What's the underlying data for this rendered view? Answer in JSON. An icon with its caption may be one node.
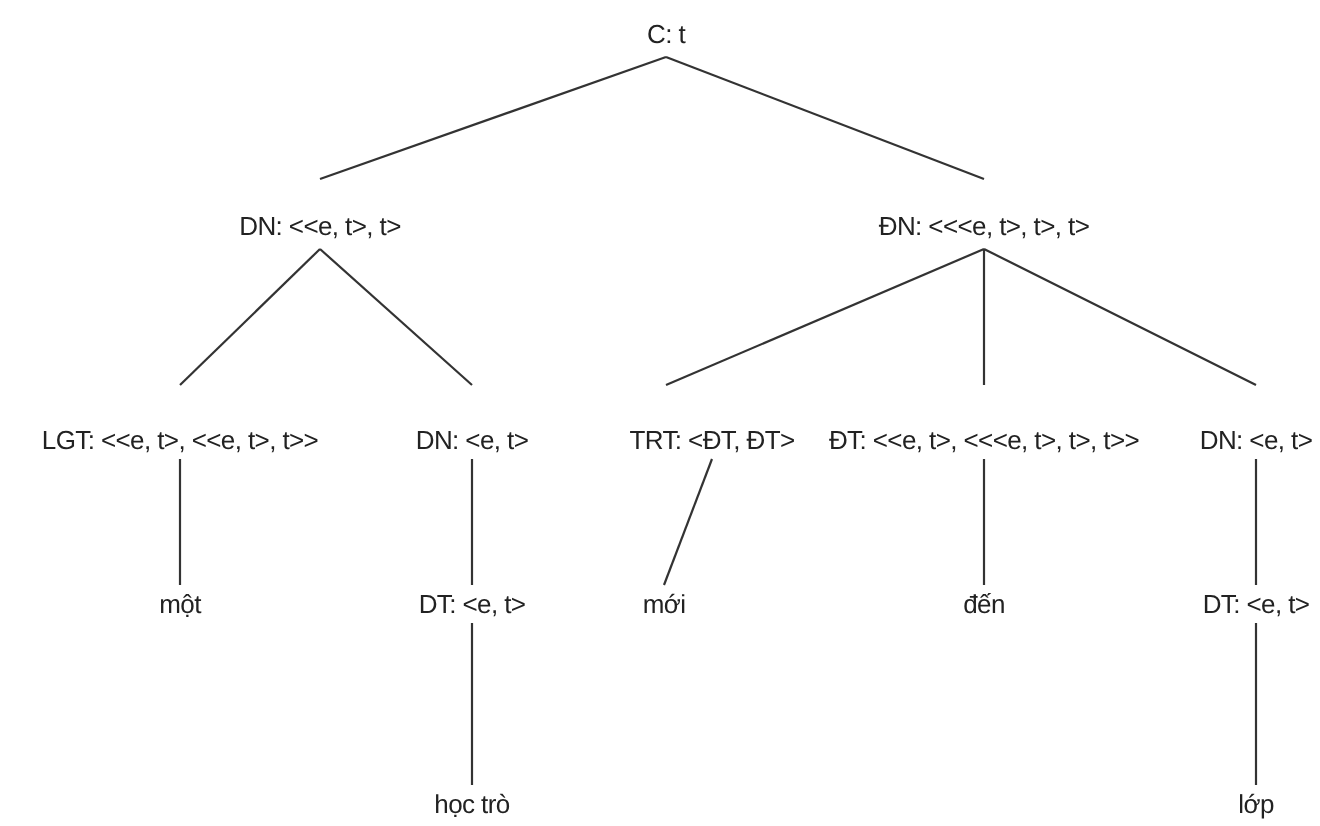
{
  "diagram": {
    "nodes": [
      {
        "text": [
          "C: t"
        ]
      },
      {
        "text": [
          "DN: <<e, t>, t>"
        ]
      },
      {
        "text": [
          "ĐN: <<<e, t>, t>, t>"
        ]
      },
      {
        "text": [
          "LGT: <<e, t>, <<e, t>, t>>"
        ]
      },
      {
        "text": [
          "DN: <e, t>"
        ]
      },
      {
        "text": [
          "TRT: <ĐT, ĐT>"
        ]
      },
      {
        "text": [
          "ĐT: <<e, t>, <<<e, t>, t>, t>>"
        ]
      },
      {
        "text": [
          "DN: <e, t>"
        ]
      },
      {
        "text": [
          "một"
        ]
      },
      {
        "text": [
          "DT: <e, t>"
        ]
      },
      {
        "text": [
          "mới"
        ]
      },
      {
        "text": [
          "đến"
        ]
      },
      {
        "text": [
          "DT: <e, t>"
        ]
      },
      {
        "text": [
          "học trò"
        ]
      },
      {
        "text": [
          "lớp"
        ]
      }
    ],
    "edges": [
      {
        "from": 0,
        "to": 1,
        "arrow": "none"
      },
      {
        "from": 0,
        "to": 2,
        "arrow": "none"
      },
      {
        "from": 1,
        "to": 3,
        "arrow": "none"
      },
      {
        "from": 1,
        "to": 4,
        "arrow": "none"
      },
      {
        "from": 2,
        "to": 5,
        "arrow": "none"
      },
      {
        "from": 2,
        "to": 6,
        "arrow": "none"
      },
      {
        "from": 2,
        "to": 7,
        "arrow": "none"
      },
      {
        "from": 3,
        "to": 8,
        "arrow": "none"
      },
      {
        "from": 4,
        "to": 9,
        "arrow": "none"
      },
      {
        "from": 9,
        "to": 13,
        "arrow": "none"
      },
      {
        "from": 5,
        "to": 10,
        "arrow": "none"
      },
      {
        "from": 6,
        "to": 11,
        "arrow": "none"
      },
      {
        "from": 7,
        "to": 12,
        "arrow": "none"
      },
      {
        "from": 12,
        "to": 14,
        "arrow": "none"
      }
    ]
  }
}
